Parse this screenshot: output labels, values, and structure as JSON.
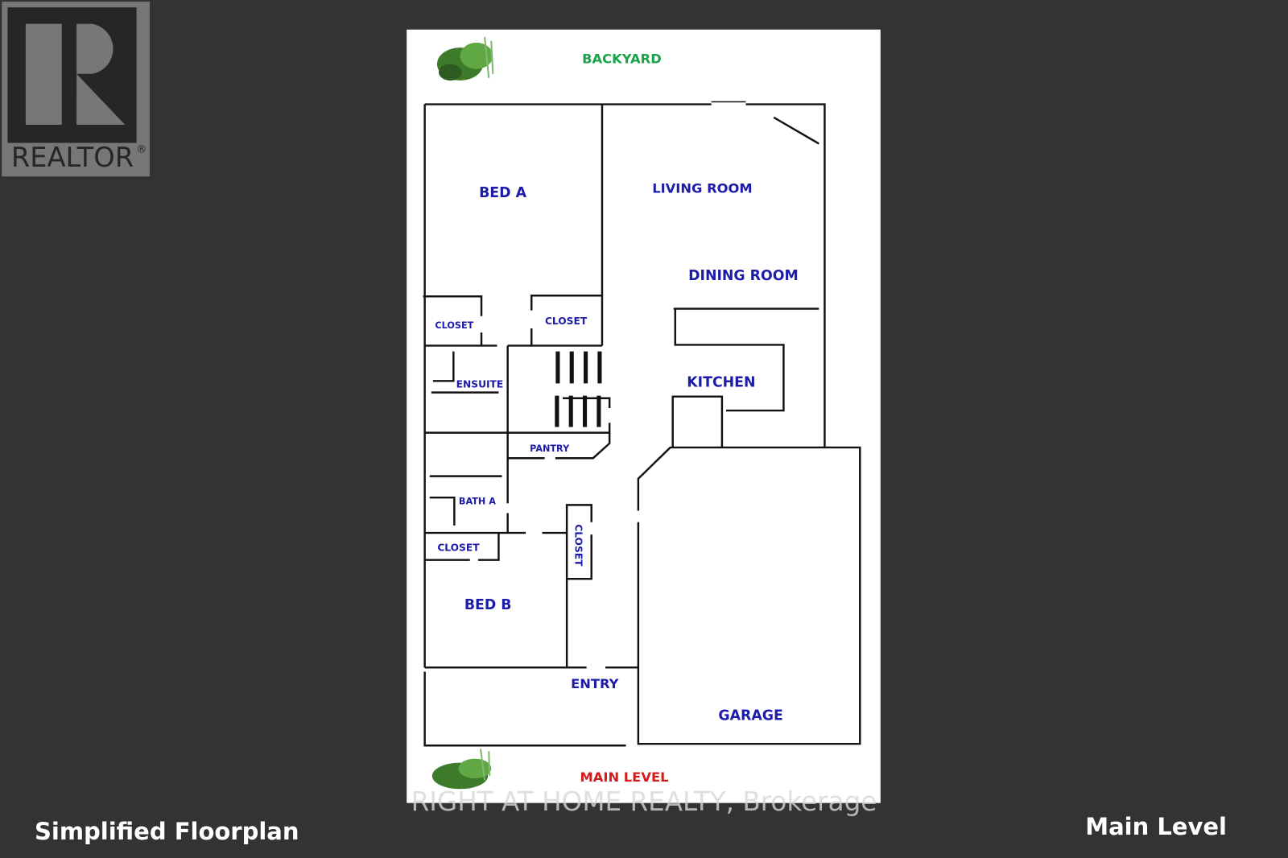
{
  "logo": {
    "text": "REALTOR",
    "mark": "®"
  },
  "floorplan": {
    "top_label": "BACKYARD",
    "bottom_label": "MAIN LEVEL",
    "rooms": {
      "bed_a": "BED A",
      "living_room": "LIVING ROOM",
      "dining_room": "DINING ROOM",
      "closet_1": "CLOSET",
      "closet_2": "CLOSET",
      "ensuite": "ENSUITE",
      "kitchen": "KITCHEN",
      "pantry": "PANTRY",
      "bath_a": "BATH A",
      "closet_3": "CLOSET",
      "closet_4": "CLOSET",
      "bed_b": "BED B",
      "entry": "ENTRY",
      "garage": "GARAGE"
    }
  },
  "watermark": "RIGHT AT HOME REALTY, Brokerage",
  "footer": {
    "left": "Simplified Floorplan",
    "right": "Main Level"
  },
  "colors": {
    "room_label": "#1c1ca8",
    "backyard": "#1aa34a",
    "main_level": "#d41a1a"
  }
}
